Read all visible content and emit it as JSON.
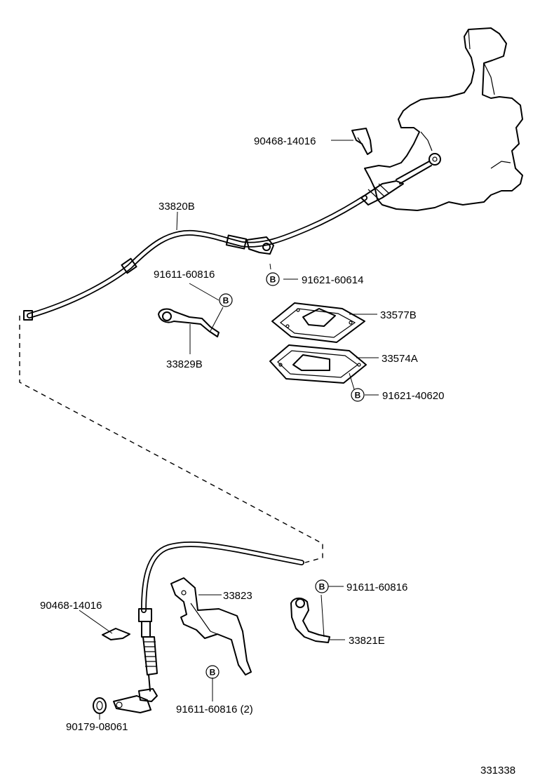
{
  "diagram": {
    "labels": {
      "cable_assy": "33820B",
      "clip_top": "90468-14016",
      "bolt_top_left": "91611-60816",
      "bolt_top_right": "91621-60614",
      "bracket_top": "33829B",
      "boot": "33577B",
      "retainer": "33574A",
      "bolt_plate": "91621-40620",
      "bracket_bottom": "33823",
      "clip_bottom": "90468-14016",
      "bolt_bottom_right": "91611-60816",
      "bracket_bottom_right": "33821E",
      "bolt_bottom_center": "91611-60816 (2)",
      "nut": "90179-08061",
      "figure_number": "331338"
    },
    "bolt_marker": "B"
  }
}
